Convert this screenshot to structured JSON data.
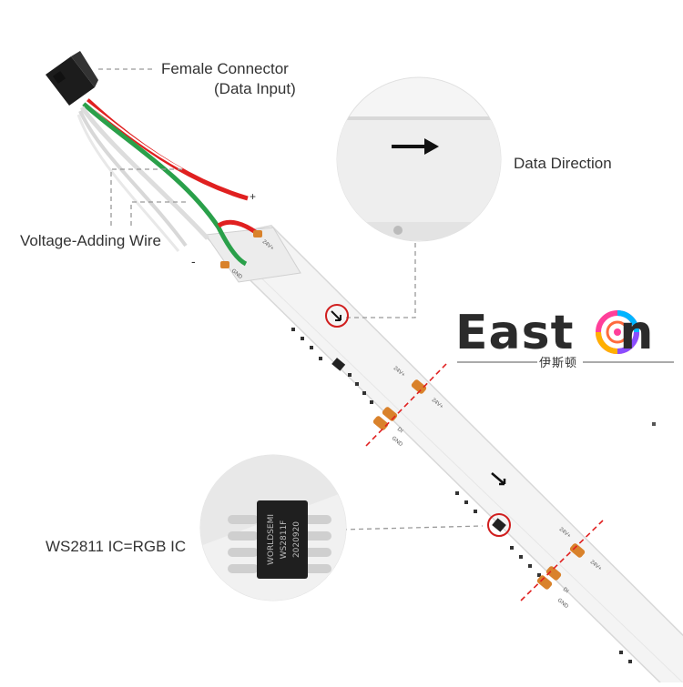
{
  "labels": {
    "female_connector_line1": "Female Connector",
    "female_connector_line2": "(Data Input)",
    "data_direction": "Data Direction",
    "voltage_wire": "Voltage-Adding Wire",
    "ic_label": "WS2811 IC=RGB IC"
  },
  "brand": {
    "name_part1": "East",
    "name_part2": "n",
    "subtitle": "伊斯顿"
  },
  "strip_marks": {
    "v24": "24V+",
    "d": "DI",
    "gnd": "GND",
    "plus": "+",
    "minus": "-"
  },
  "chip_text": {
    "line1": "WORLDSEMI",
    "line2": "WS2811F",
    "line3": "2020920"
  },
  "colors": {
    "strip": "#f6f6f6",
    "copper": "#d9822b",
    "cut_line": "#e02020",
    "wire_red": "#e02020",
    "wire_green": "#2aa04a",
    "wire_white": "#eeeeee",
    "chip": "#1f1f1f"
  }
}
